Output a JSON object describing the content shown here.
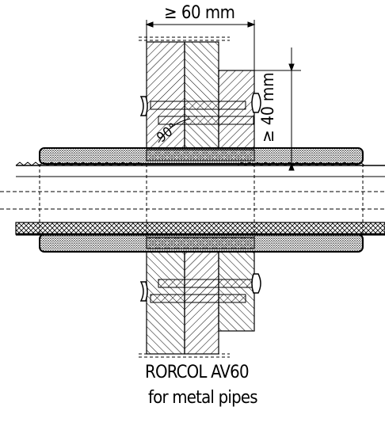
{
  "diagram": {
    "dimension_width": "≥ 60 mm",
    "dimension_depth": "≥ 40 mm",
    "angle": "90°",
    "product": "RORCOL AV60",
    "subtitle": "for metal pipes"
  },
  "colors": {
    "line": "#000000",
    "fill": "#ffffff",
    "hatch": "#000000"
  }
}
